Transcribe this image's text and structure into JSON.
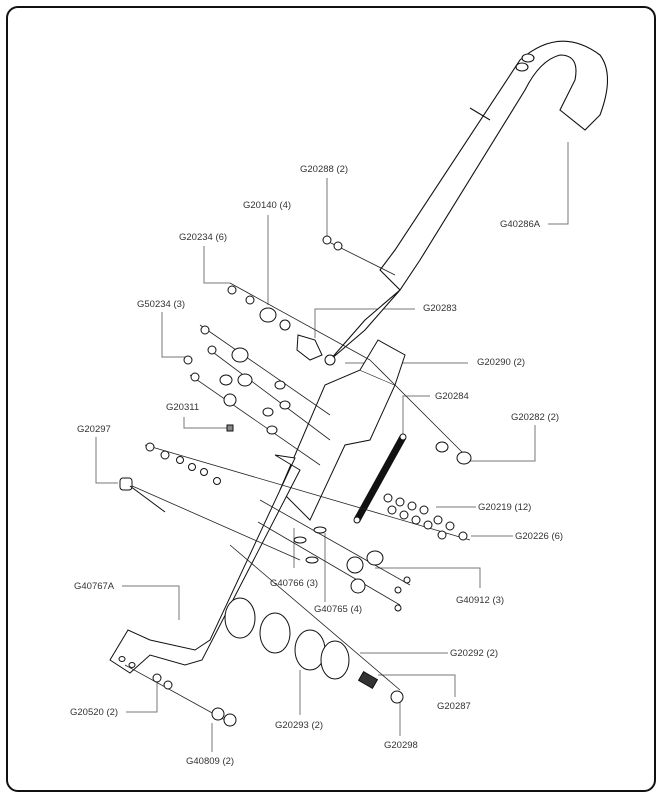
{
  "diagram": {
    "type": "exploded-parts-diagram",
    "labels": {
      "g20288": "G20288 (2)",
      "g20140": "G20140 (4)",
      "g20234": "G20234 (6)",
      "g40286a": "G40286A",
      "g50234": "G50234 (3)",
      "g20283": "G20283",
      "g20290": "G20290 (2)",
      "g20311": "G20311",
      "g20284": "G20284",
      "g20282": "G20282 (2)",
      "g20297": "G20297",
      "g20219": "G20219 (12)",
      "g20226": "G20226 (6)",
      "g40767a": "G40767A",
      "g40766": "G40766 (3)",
      "g40765": "G40765 (4)",
      "g40912": "G40912 (3)",
      "g20292": "G20292 (2)",
      "g20287": "G20287",
      "g20520": "G20520 (2)",
      "g20293": "G20293 (2)",
      "g20298": "G20298",
      "g40809": "G40809 (2)"
    }
  }
}
